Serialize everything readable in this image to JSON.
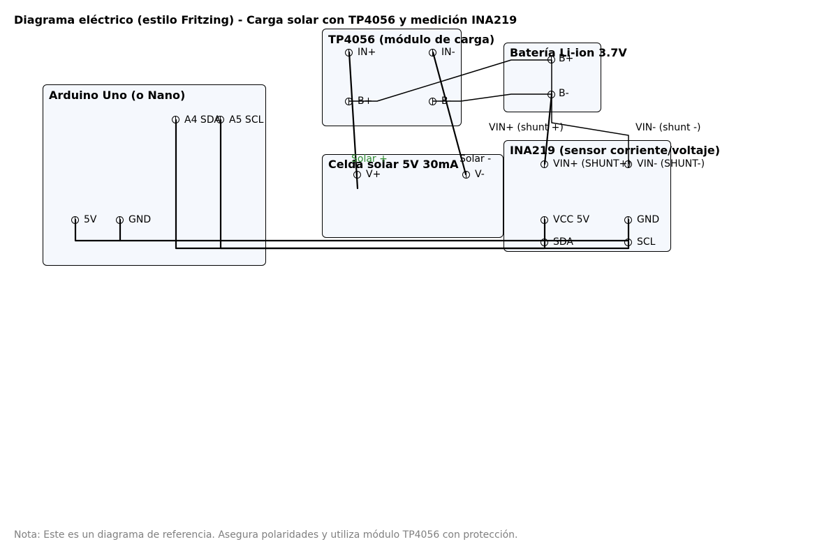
{
  "title": "Diagrama eléctrico (estilo Fritzing) - Carga solar con TP4056 y medición INA219",
  "note": "Nota: Este es un diagrama de referencia. Asegura polaridades y utiliza módulo TP4056 con protección.",
  "components": {
    "tp4056": {
      "title": "TP4056 (módulo de carga)",
      "pins": {
        "in_plus": "IN+",
        "in_minus": "IN-",
        "b_plus": "B+",
        "b_minus": "B-"
      }
    },
    "battery": {
      "title": "Batería Li-ion 3.7V",
      "pins": {
        "b_plus": "B+",
        "b_minus": "B-"
      }
    },
    "arduino": {
      "title": "Arduino Uno (o Nano)",
      "pins": {
        "a4": "A4 SDA",
        "a5": "A5 SCL",
        "v5": "5V",
        "gnd": "GND"
      }
    },
    "solar": {
      "title": "Celda solar 5V 30mA",
      "pins": {
        "v_plus": "V+",
        "v_minus": "V-"
      }
    },
    "ina219": {
      "title": "INA219 (sensor corriente/voltaje)",
      "pins": {
        "vin_plus": "VIN+ (SHUNT+)",
        "vin_minus": "VIN- (SHUNT-)",
        "vcc": "VCC 5V",
        "gnd": "GND",
        "sda": "SDA",
        "scl": "SCL"
      }
    }
  },
  "wire_labels": {
    "solar_plus": "Solar +",
    "solar_minus": "Solar -",
    "vin_plus": "VIN+ (shunt +)",
    "vin_minus": "VIN- (shunt -)"
  },
  "colors": {
    "box_fill": "#f5f8fd",
    "stroke": "#000000",
    "note_gray": "#808080",
    "label_green": "#2e8b2e"
  }
}
